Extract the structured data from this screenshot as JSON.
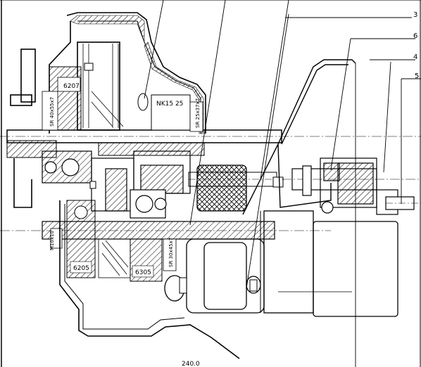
{
  "diagram": {
    "callouts": [
      "3",
      "6",
      "4",
      "5"
    ],
    "bearing_labels": {
      "top_bearing": "6207",
      "needle_bearing": "NK15 25",
      "left_bottom_bearing": "6205",
      "right_bottom_bearing": "6305"
    },
    "seal_labels": {
      "top_left_seal": "SR 40x55x7",
      "top_right_seal": "SR 25x37x7",
      "bottom_seal": "SR 30x45x7"
    },
    "part_labels": {
      "side_mark": "M10x10"
    },
    "footer_label": "240.0",
    "line_color": "#000000",
    "hatch_color": "#000000"
  }
}
